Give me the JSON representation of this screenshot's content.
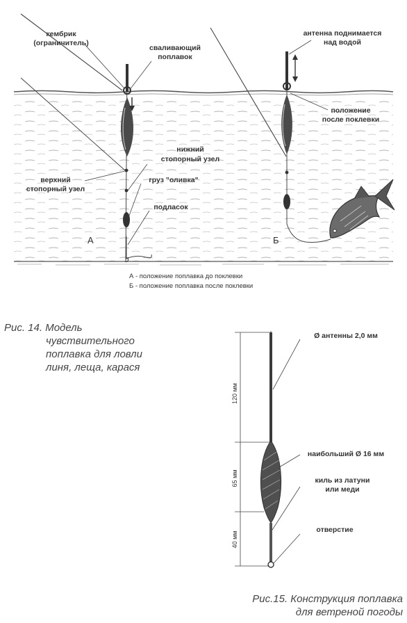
{
  "figure14": {
    "labels": {
      "kembrik_1": "кембрик",
      "kembrik_2": "(ограничитель)",
      "svalivayushchiy_1": "сваливающий",
      "svalivayushchiy_2": "поплавок",
      "antenna_1": "антенна поднимается",
      "antenna_2": "над водой",
      "polozhenie_1": "положение",
      "polozhenie_2": "после поклевки",
      "nizhniy_1": "нижний",
      "nizhniy_2": "стопорный узел",
      "verkhniy_1": "верхний",
      "verkhniy_2": "стопорный узел",
      "gruz": "груз \"оливка\"",
      "podlasok": "подласок",
      "letter_a": "А",
      "letter_b": "Б"
    },
    "legend": {
      "line_a": "А - положение поплавка до поклевки",
      "line_b": "Б - положение поплавка после поклевки"
    },
    "caption": {
      "line1": "Рис. 14. Модель",
      "line2": "чувствительного",
      "line3": "поплавка  для ловли",
      "line4": "линя, леща, карася"
    }
  },
  "figure15": {
    "labels": {
      "antenna_diameter": "Ø антенны 2,0 мм",
      "max_diameter": "наибольший Ø 16 мм",
      "kil_1": "киль из латуни",
      "kil_2": "или меди",
      "otverstie": "отверстие"
    },
    "dimensions": {
      "top": "120 мм",
      "middle": "65 мм",
      "bottom": "40 мм"
    },
    "caption": {
      "line1": "Рис.15. Конструкция поплавка",
      "line2": "для ветреной погоды"
    }
  },
  "colors": {
    "ink": "#333333",
    "water_line": "#555555",
    "float_fill": "#4a4a4a"
  }
}
